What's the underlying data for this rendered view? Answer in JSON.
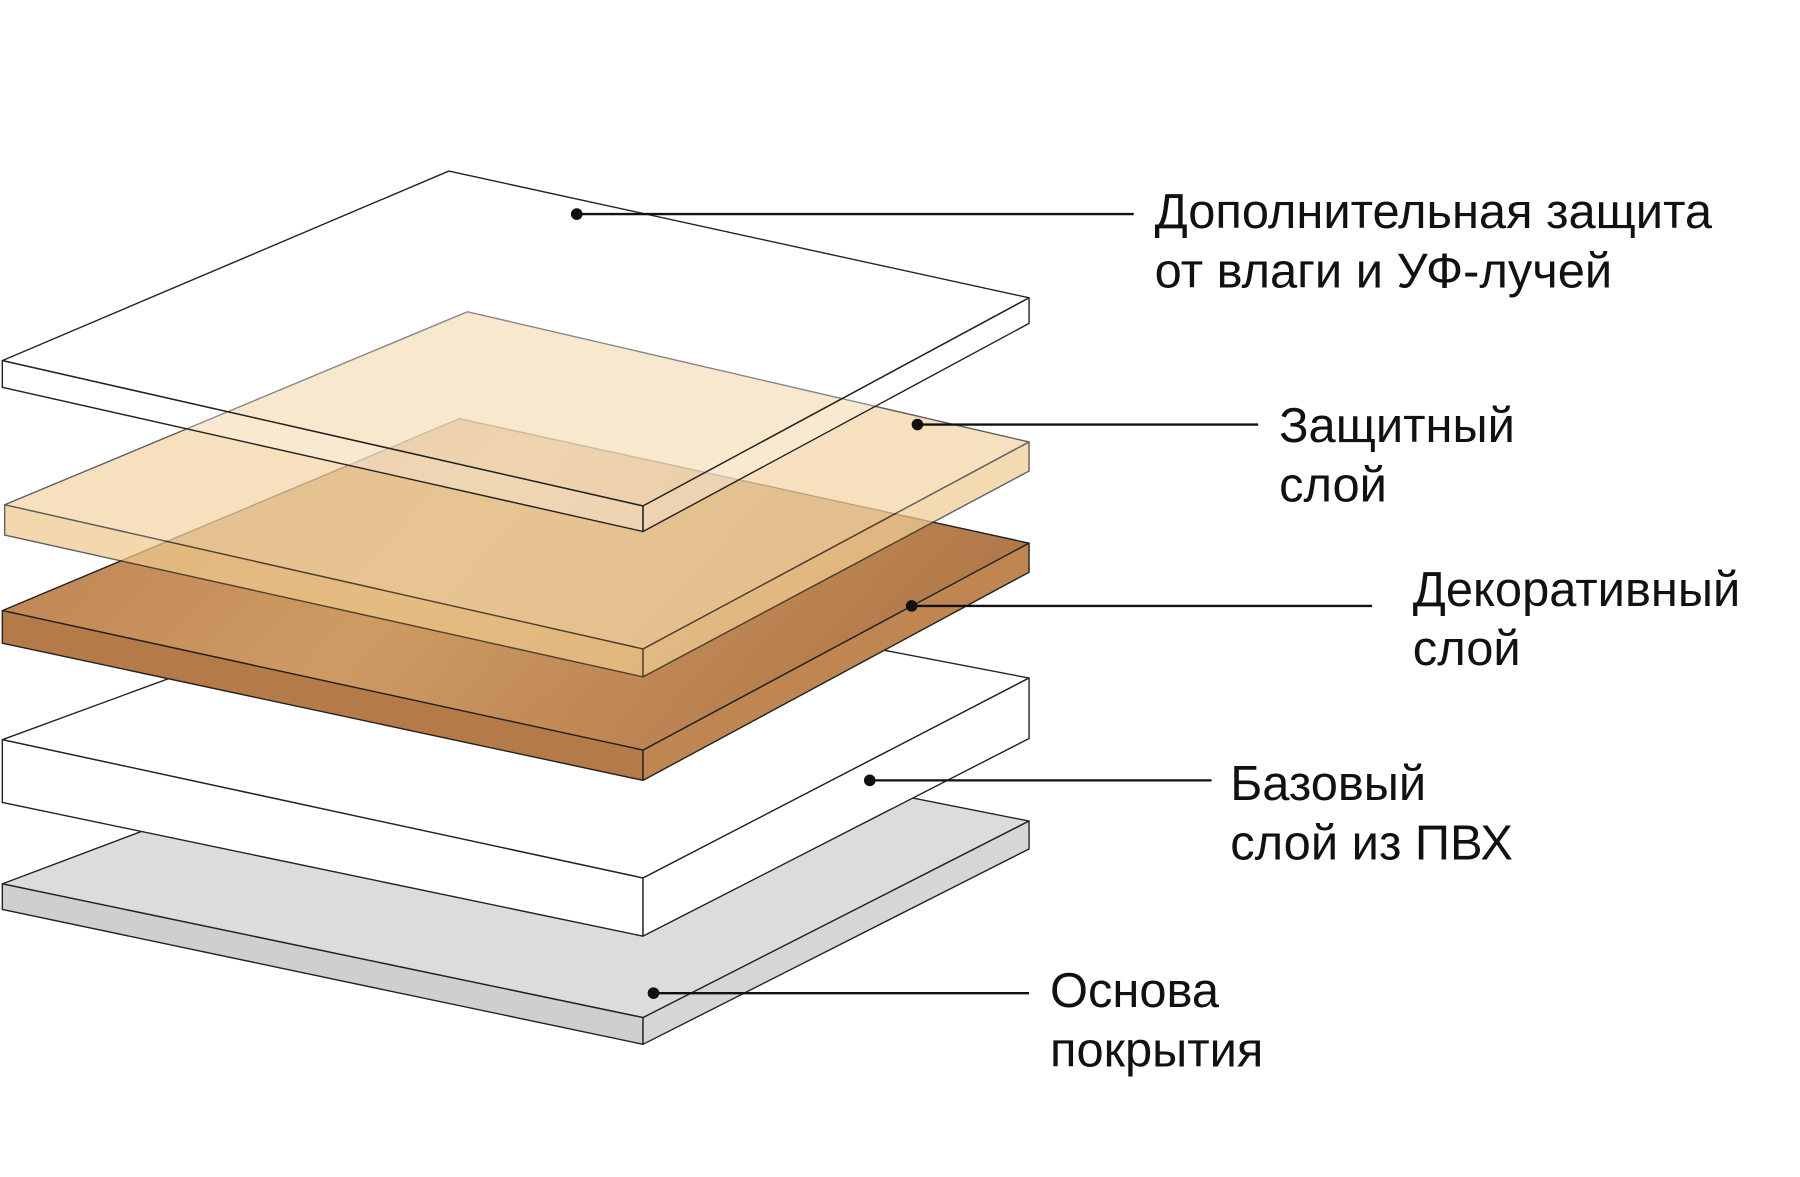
{
  "layers": [
    {
      "line1": "Дополнительная защита",
      "line2": "от влаги и УФ-лучей"
    },
    {
      "line1": "Защитный",
      "line2": "слой"
    },
    {
      "line1": "Декоративный",
      "line2": "слой"
    },
    {
      "line1": "Базовый",
      "line2": "слой из ПВХ"
    },
    {
      "line1": "Основа",
      "line2": "покрытия"
    }
  ],
  "colors": {
    "protective": "#f1cf9c",
    "decorative": "#c48c55",
    "base": "#ffffff",
    "backing": "#d9d9d9"
  }
}
